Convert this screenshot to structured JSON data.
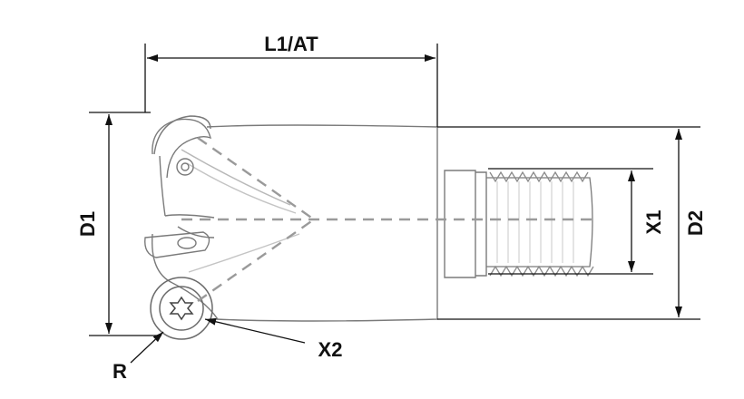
{
  "labels": {
    "length": "L1/AT",
    "diameter1": "D1",
    "diameter2": "D2",
    "thread_diameter": "X1",
    "screw": "X2",
    "radius": "R"
  },
  "colors": {
    "line": "#111111",
    "outline": "#7a7a7a",
    "centerline": "#9a9a9a",
    "hatch": "#c8c8c8"
  }
}
